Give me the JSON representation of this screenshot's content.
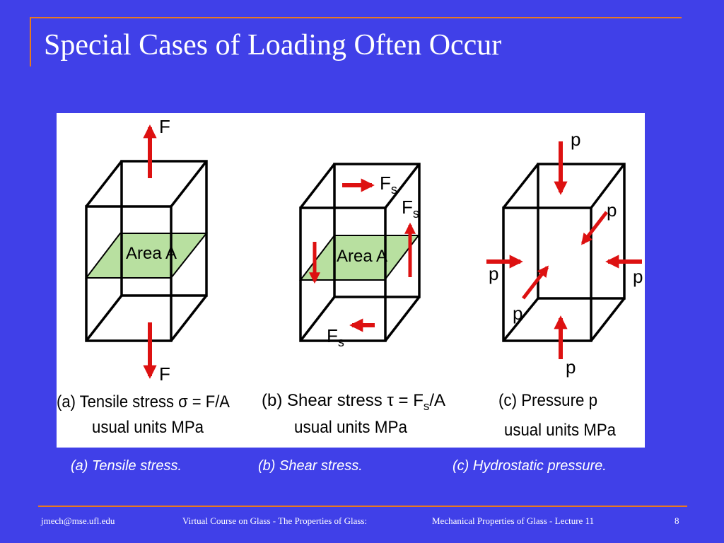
{
  "slide": {
    "title": "Special Cases of Loading Often Occur",
    "page_number": "8"
  },
  "figure": {
    "panel_a": {
      "force_top": "F",
      "force_bottom": "F",
      "area_label": "Area A",
      "caption_line1": "(a) Tensile stress σ = F/A",
      "caption_line2": "usual units MPa"
    },
    "panel_b": {
      "force_top": "F",
      "force_right": "F",
      "force_bottom": "F",
      "force_subscript": "s",
      "area_label": "Area A",
      "caption_prefix": "(b) Shear stress τ = F",
      "caption_sub": "s",
      "caption_suffix": "/A",
      "caption_line2": "usual units MPa"
    },
    "panel_c": {
      "pressure_label": "p",
      "caption_line1": "(c) Pressure p",
      "caption_line2": "usual units MPa"
    }
  },
  "captions": {
    "a": "(a) Tensile stress.",
    "b": "(b) Shear stress.",
    "c": "(c) Hydrostatic pressure."
  },
  "footer": {
    "email": "jmech@mse.ufl.edu",
    "course": "Virtual Course on Glass - The Properties of Glass:",
    "lecture": "Mechanical Properties of Glass - Lecture 11"
  },
  "colors": {
    "background": "#4040e8",
    "accent": "#e87820",
    "arrow": "#dd1111",
    "area_fill": "#b8e0a0"
  }
}
